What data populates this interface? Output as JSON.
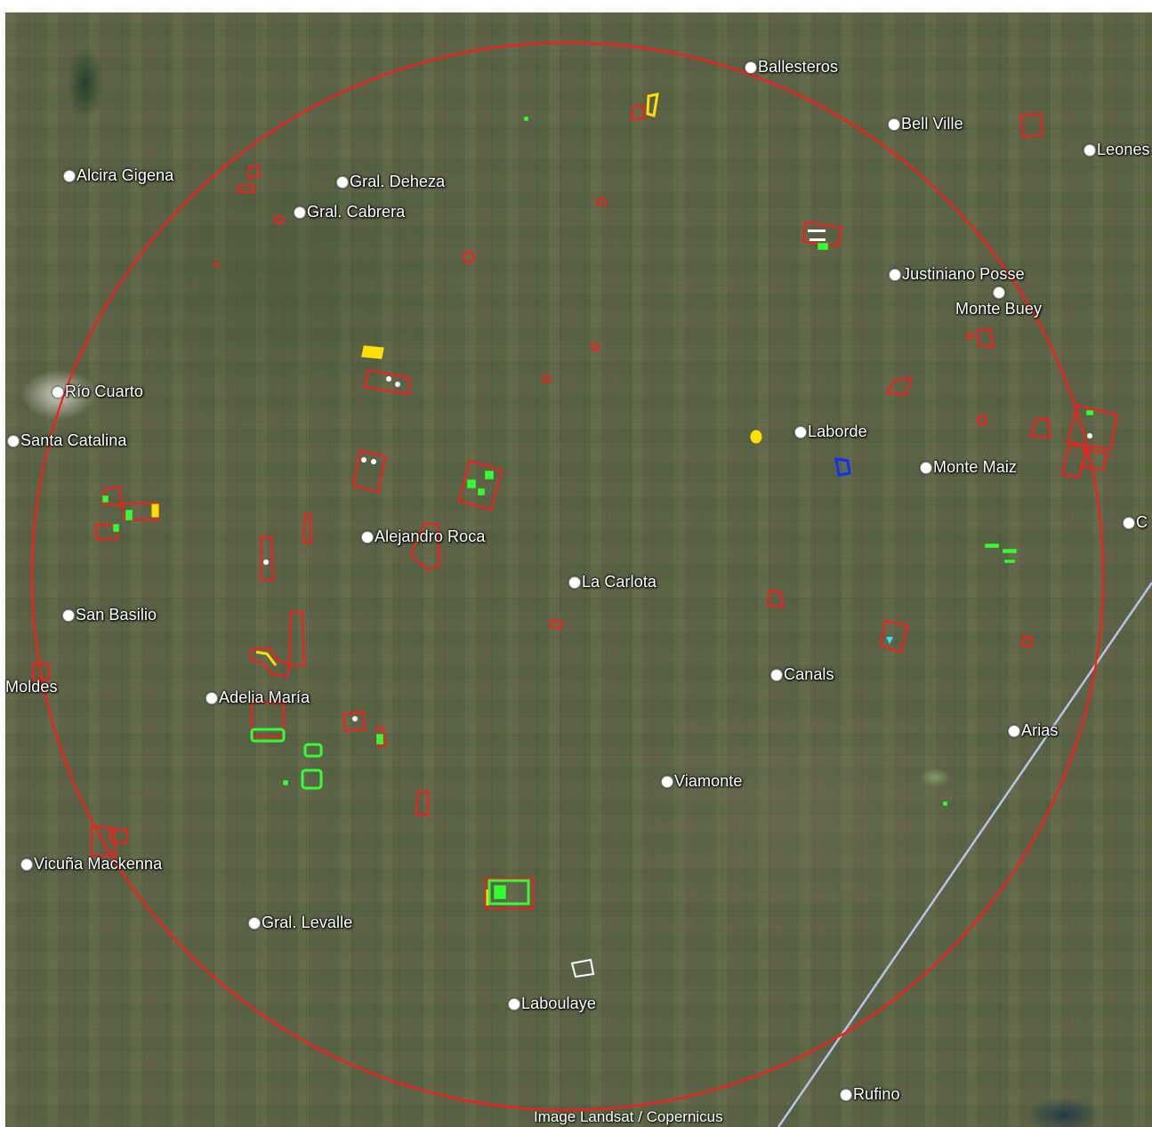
{
  "attribution": "Image Landsat / Copernicus",
  "colors": {
    "ring": "#ff1a1a",
    "polygon_red": "#ff1a1a",
    "polygon_yellow": "#ffe000",
    "polygon_green": "#33ff33",
    "polygon_blue": "#1030ff",
    "polygon_white": "#ffffff",
    "highway": "#b9c3e6"
  },
  "icons": {
    "place_marker": "place-pin-icon"
  },
  "places": [
    {
      "id": "ballesteros",
      "name": "Ballesteros"
    },
    {
      "id": "bell-ville",
      "name": "Bell Ville"
    },
    {
      "id": "leones",
      "name": "Leones"
    },
    {
      "id": "alcira-gigena",
      "name": "Alcira Gigena"
    },
    {
      "id": "gral-deheza",
      "name": "Gral. Deheza"
    },
    {
      "id": "gral-cabrera",
      "name": "Gral. Cabrera"
    },
    {
      "id": "justiniano-posse",
      "name": "Justiniano Posse"
    },
    {
      "id": "monte-buey",
      "name": "Monte Buey"
    },
    {
      "id": "rio-cuarto",
      "name": "Río Cuarto"
    },
    {
      "id": "santa-catalina",
      "name": "Santa Catalina"
    },
    {
      "id": "laborde",
      "name": "Laborde"
    },
    {
      "id": "monte-maiz",
      "name": "Monte Maiz"
    },
    {
      "id": "c-edge",
      "name": "C"
    },
    {
      "id": "alejandro-roca",
      "name": "Alejandro Roca"
    },
    {
      "id": "la-carlota",
      "name": "La Carlota"
    },
    {
      "id": "san-basilio",
      "name": "San Basilio"
    },
    {
      "id": "moldes",
      "name": "Moldes"
    },
    {
      "id": "canals",
      "name": "Canals"
    },
    {
      "id": "adelia-maria",
      "name": "Adelia María"
    },
    {
      "id": "arias",
      "name": "Arias"
    },
    {
      "id": "viamonte",
      "name": "Viamonte"
    },
    {
      "id": "vicuna-mackenna",
      "name": "Vicuña Mackenna"
    },
    {
      "id": "gral-levalle",
      "name": "Gral. Levalle"
    },
    {
      "id": "laboulaye",
      "name": "Laboulaye"
    },
    {
      "id": "rufino",
      "name": "Rufino"
    }
  ]
}
